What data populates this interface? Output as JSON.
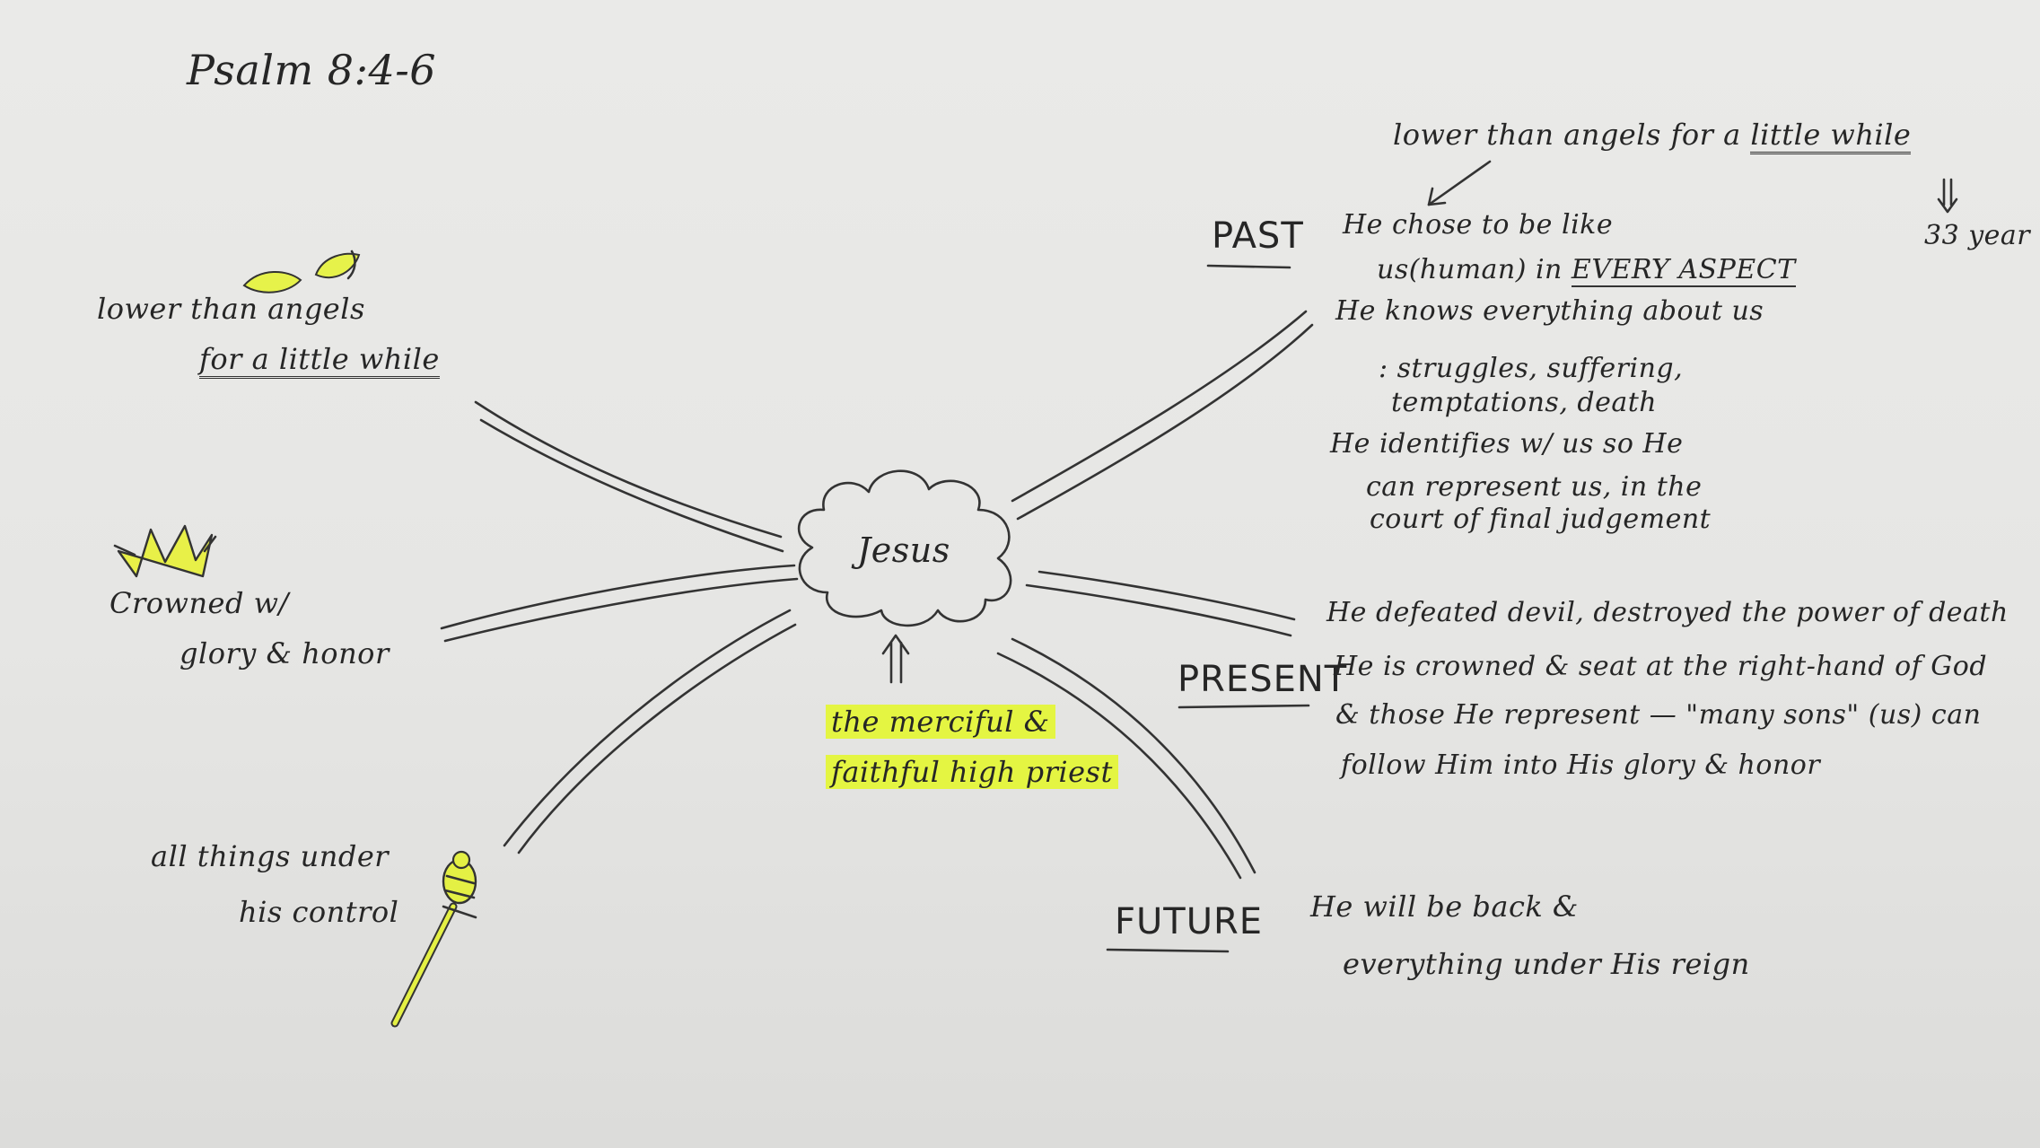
{
  "colors": {
    "paper": "#e8e8e6",
    "ink": "#2a2a2a",
    "highlight": "#e4f542"
  },
  "title": "Psalm 8:4-6",
  "center": {
    "label": "Jesus"
  },
  "center_caption": {
    "line1": "the merciful &",
    "line2": "faithful high priest"
  },
  "left": {
    "angels_line1": "lower than angels",
    "angels_line2": "for a little while",
    "crown_line1": "Crowned w/",
    "crown_line2": "glory & honor",
    "control_line1": "all things under",
    "control_line2": "his control"
  },
  "top_right": {
    "quote_prefix": "lower than angels for a ",
    "quote_emph": "little while",
    "years": "33 year"
  },
  "past": {
    "label": "PAST",
    "line1": "He chose to be like",
    "line2a": "us(human) in ",
    "line2b": "EVERY ASPECT",
    "line3": "He knows everything about us",
    "line4": ": struggles, suffering,",
    "line5": "temptations, death",
    "line6": "He identifies w/ us so He",
    "line7": "can represent us, in the",
    "line8": "court of final judgement"
  },
  "present": {
    "label": "PRESENT",
    "line1": "He defeated devil, destroyed the power of death",
    "line2": "He is crowned & seat at the right-hand of God",
    "line3": "& those He represent — \"many sons\" (us) can",
    "line4": "follow Him into His glory & honor"
  },
  "future": {
    "label": "FUTURE",
    "line1": "He will be back &",
    "line2": "everything under His reign"
  },
  "icons": [
    "wings-icon",
    "crown-icon",
    "scepter-icon",
    "cloud-icon",
    "up-arrow-icon"
  ]
}
